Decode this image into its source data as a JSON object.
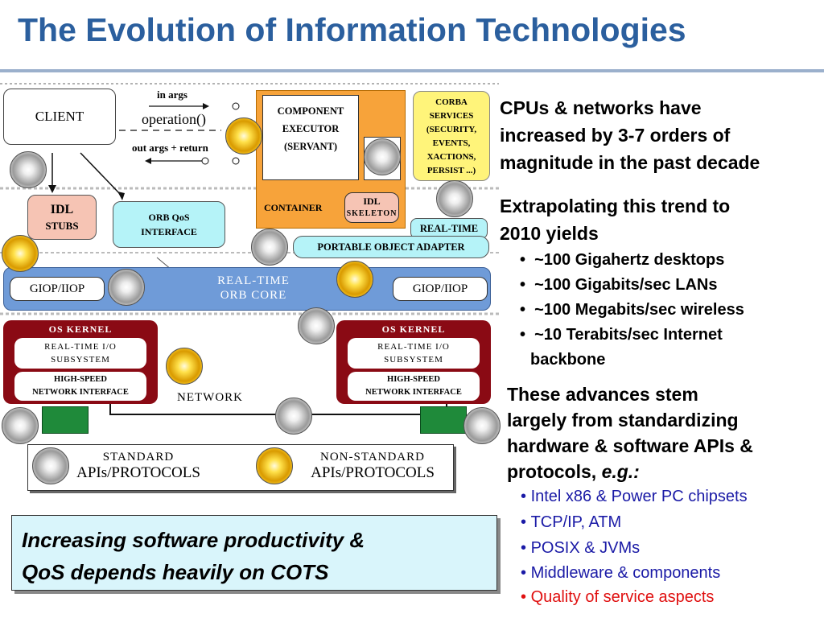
{
  "title": "The Evolution of Information Technologies",
  "diagram": {
    "client": "CLIENT",
    "in_args": "in args",
    "operation": "operation()",
    "out_args": "out args + return",
    "component_executor_1": "COMPONENT",
    "component_executor_2": "EXECUTOR",
    "component_executor_3": "(SERVANT)",
    "container": "CONTAINER",
    "idl_skeleton_1": "IDL",
    "idl_skeleton_2": "SKELETON",
    "corba_services": [
      "CORBA",
      "SERVICES",
      "(SECURITY,",
      "EVENTS,",
      "XACTIONS,",
      "PERSIST ...)"
    ],
    "idl_stubs_1": "IDL",
    "idl_stubs_2": "STUBS",
    "orb_qos_1": "ORB QoS",
    "orb_qos_2": "INTERFACE",
    "real_time_poa_1": "REAL-TIME",
    "real_time_poa_2": "PORTABLE OBJECT ADAPTER",
    "giop_left": "GIOP/IIOP",
    "giop_right": "GIOP/IIOP",
    "orb_core_1": "REAL-TIME",
    "orb_core_2": "ORB CORE",
    "os_kernel_left": "OS KERNEL",
    "os_kernel_right": "OS KERNEL",
    "rt_io_1": "REAL-TIME I/O",
    "rt_io_2": "SUBSYSTEM",
    "hs_net_1": "HIGH-SPEED",
    "hs_net_2": "NETWORK INTERFACE",
    "network": "NETWORK",
    "legend_standard_1": "STANDARD",
    "legend_standard_2": "APIs/PROTOCOLS",
    "legend_nonstandard_1": "NON-STANDARD",
    "legend_nonstandard_2": "APIs/PROTOCOLS"
  },
  "callout": {
    "line1": "Increasing software productivity &",
    "line2": "QoS depends heavily on COTS"
  },
  "right": {
    "p1": [
      "CPUs & networks have",
      "increased by 3-7 orders of",
      "magnitude in the past decade"
    ],
    "p2": [
      "Extrapolating this trend to",
      "2010 yields"
    ],
    "bullets1": [
      "~100 Gigahertz desktops",
      "~100 Gigabits/sec LANs",
      "~100 Megabits/sec wireless",
      "~10 Terabits/sec Internet",
      "backbone"
    ],
    "p3": [
      "These advances stem",
      "largely from standardizing",
      "hardware & software APIs &",
      "protocols,"
    ],
    "p3_eg": "e.g.:",
    "bullets2": [
      {
        "text": "Intel x86 & Power PC chipsets",
        "color": "#1a1aa6"
      },
      {
        "text": "TCP/IP, ATM",
        "color": "#1a1aa6"
      },
      {
        "text": "POSIX & JVMs",
        "color": "#1a1aa6"
      },
      {
        "text": "Middleware & components",
        "color": "#1a1aa6"
      },
      {
        "text": "Quality of service aspects",
        "color": "#e01010"
      }
    ]
  },
  "colors": {
    "title": "#2b5f9e",
    "orange": "#f7a33a",
    "yellow": "#fff47a",
    "salmon": "#f6c4b4",
    "cyan": "#b5f3f8",
    "orb_blue": "#6f9bd8",
    "kernel": "#8a0a14",
    "callout_bg": "#d9f5fb"
  }
}
